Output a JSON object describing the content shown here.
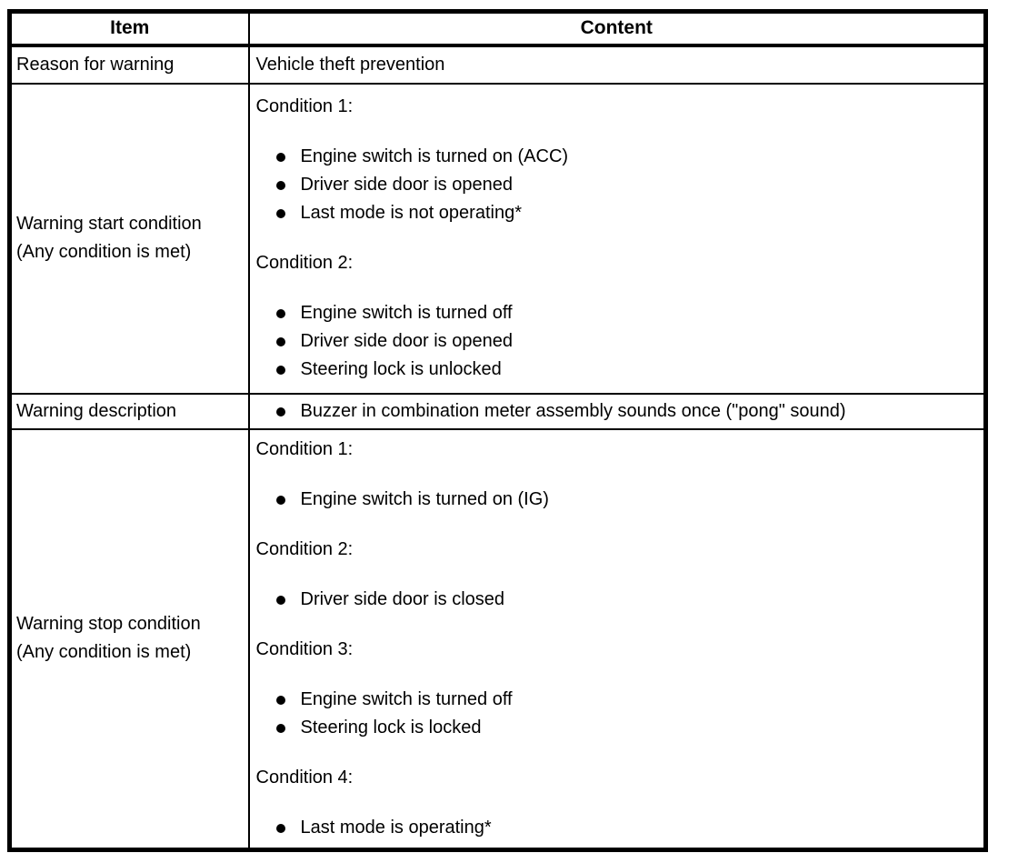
{
  "colors": {
    "border": "#000000",
    "text": "#000000",
    "background": "#ffffff"
  },
  "table": {
    "columns": [
      "Item",
      "Content"
    ],
    "rows": [
      {
        "item_lines": [
          "Reason for warning"
        ],
        "blocks": [
          {
            "type": "text",
            "text": "Vehicle theft prevention"
          }
        ]
      },
      {
        "item_lines": [
          "Warning start condition",
          "(Any condition is met)"
        ],
        "blocks": [
          {
            "type": "heading",
            "text": "Condition 1:"
          },
          {
            "type": "bullets",
            "items": [
              "Engine switch is turned on (ACC)",
              "Driver side door is opened",
              "Last mode is not operating*"
            ]
          },
          {
            "type": "heading",
            "text": "Condition 2:"
          },
          {
            "type": "bullets",
            "items": [
              "Engine switch is turned off",
              "Driver side door is opened",
              "Steering lock is unlocked"
            ]
          }
        ]
      },
      {
        "item_lines": [
          "Warning description"
        ],
        "blocks": [
          {
            "type": "bullets",
            "items": [
              "Buzzer in combination meter assembly sounds once (\"pong\" sound)"
            ]
          }
        ]
      },
      {
        "item_lines": [
          "Warning stop condition",
          "(Any condition is met)"
        ],
        "blocks": [
          {
            "type": "heading",
            "text": "Condition 1:"
          },
          {
            "type": "bullets",
            "items": [
              "Engine switch is turned on (IG)"
            ]
          },
          {
            "type": "heading",
            "text": "Condition 2:"
          },
          {
            "type": "bullets",
            "items": [
              "Driver side door is closed"
            ]
          },
          {
            "type": "heading",
            "text": "Condition 3:"
          },
          {
            "type": "bullets",
            "items": [
              "Engine switch is turned off",
              "Steering lock is locked"
            ]
          },
          {
            "type": "heading",
            "text": "Condition 4:"
          },
          {
            "type": "bullets",
            "items": [
              "Last mode is operating*"
            ]
          }
        ]
      }
    ]
  }
}
